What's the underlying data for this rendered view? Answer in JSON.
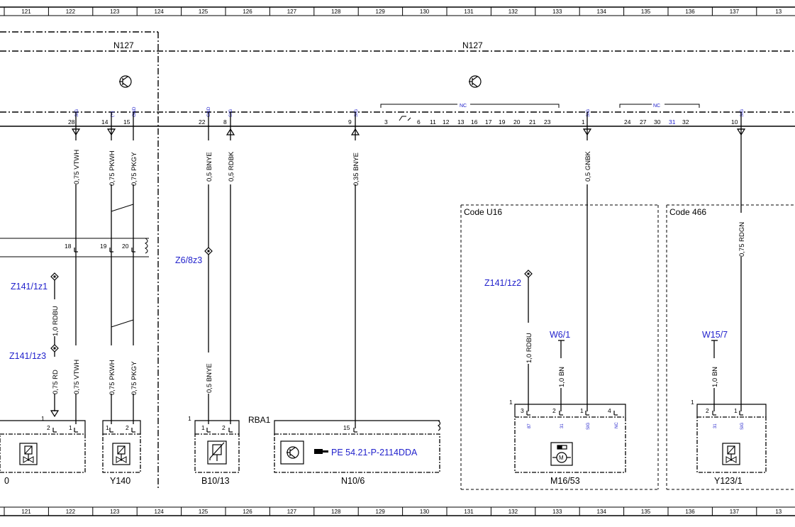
{
  "ruler": {
    "columns": [
      "121",
      "122",
      "123",
      "124",
      "125",
      "126",
      "127",
      "128",
      "129",
      "130",
      "131",
      "132",
      "133",
      "134",
      "135",
      "136",
      "137",
      "13"
    ]
  },
  "modules": {
    "left_name": "N127",
    "right_name": "N127",
    "rba_label": "RBA1"
  },
  "connector_top": {
    "pins": [
      "28",
      "14",
      "15",
      "22",
      "8",
      "9",
      "3",
      "6",
      "11",
      "12",
      "13",
      "16",
      "17",
      "19",
      "20",
      "21",
      "23",
      "1",
      "24",
      "27",
      "30",
      "31",
      "32",
      "10"
    ],
    "signals": [
      "SIG",
      "(+)",
      "GND",
      "GND",
      "SIG",
      "SIG",
      "SIG",
      "SIG"
    ],
    "nc_labels": [
      "NC",
      "NC"
    ]
  },
  "wires": [
    "0,75 VTWH",
    "0,75 PKWH",
    "0,75 PKGY",
    "0,5 BNYE",
    "0,5 RDBK",
    "0,35 BNYE",
    "0,5 GNBK",
    "0,75 RDGN",
    "1,0 RDBU",
    "0,75 RD",
    "0,75 VTWH",
    "0,75 PKWH",
    "0,75 PKGY",
    "0,5 BNYE",
    "1,0 RDBU",
    "1,0 BN",
    "1,0 BN"
  ],
  "connector_mid": {
    "pins": [
      "18",
      "19",
      "20"
    ]
  },
  "references": [
    "Z141/1z1",
    "Z141/1z3",
    "Z6/8z3",
    "Z141/1z2",
    "W6/1",
    "W15/7"
  ],
  "codes": [
    "Code U16",
    "Code 466"
  ],
  "components": {
    "y140": {
      "name": "Y140",
      "pins": [
        "1",
        "2",
        "1",
        "2"
      ],
      "conn": "1"
    },
    "b10_13": {
      "name": "B10/13",
      "pins": [
        "1",
        "2"
      ],
      "conn": "1"
    },
    "n10_6": {
      "name": "N10/6",
      "pin": "15",
      "ref": "PE 54.21-P-2114DDA"
    },
    "m16_53": {
      "name": "M16/53",
      "pins": [
        "3",
        "2",
        "1",
        "4"
      ],
      "signals": [
        "87",
        "31",
        "SIG",
        "NC"
      ],
      "conn": "1"
    },
    "y123_1": {
      "name": "Y123/1",
      "pins": [
        "2",
        "1"
      ],
      "signals": [
        "31",
        "SIG"
      ],
      "conn": "1"
    },
    "left_partial": {
      "name": "0"
    }
  },
  "symbols": [
    "transistor-icon",
    "solenoid-valve-icon",
    "sensor-icon",
    "motor-icon",
    "wire-bridge-icon"
  ]
}
